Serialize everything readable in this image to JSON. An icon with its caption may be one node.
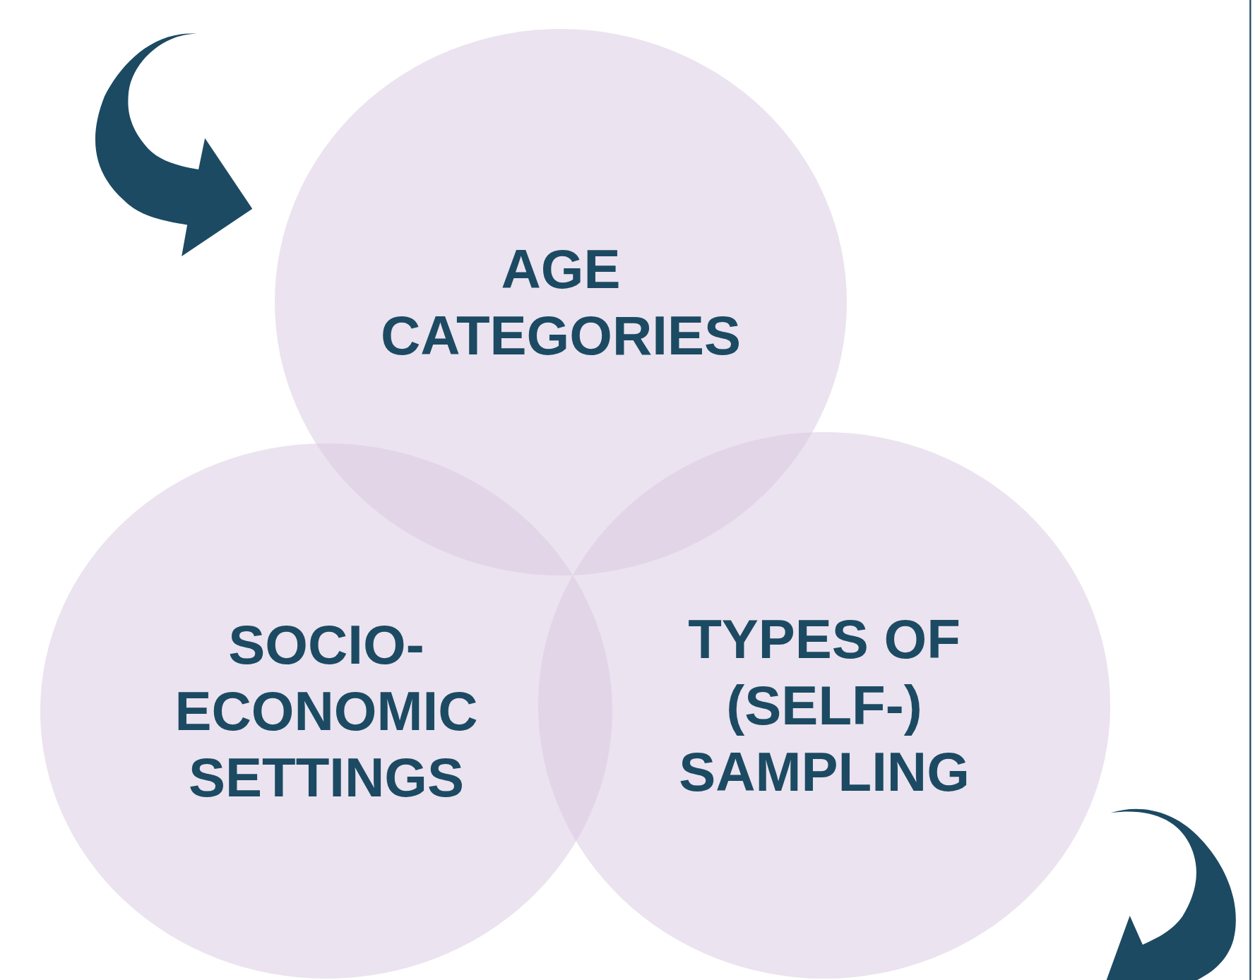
{
  "diagram": {
    "nodes": [
      {
        "text": [
          "AGE CATEGORIES"
        ]
      },
      {
        "text": [
          "SOCIO- ECONOMIC SETTINGS"
        ]
      },
      {
        "text": [
          "TYPES OF (SELF-) SAMPLING"
        ]
      }
    ]
  }
}
